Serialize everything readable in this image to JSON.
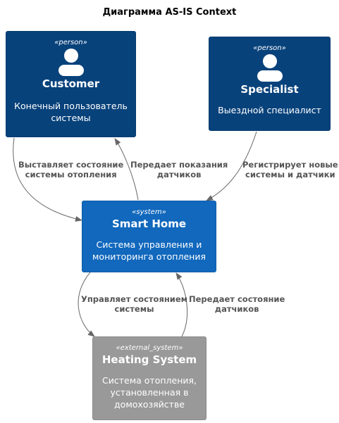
{
  "title": "Диаграмма AS-IS Context",
  "nodes": {
    "customer": {
      "stereotype": "«person»",
      "name": "Customer",
      "description": "Конечный пользователь\nсистемы"
    },
    "specialist": {
      "stereotype": "«person»",
      "name": "Specialist",
      "description": "Выездной специалист"
    },
    "smarthome": {
      "stereotype": "«system»",
      "name": "Smart Home",
      "description": "Система управления и\nмониторинга отопления"
    },
    "heating": {
      "stereotype": "«external_system»",
      "name": "Heating System",
      "description": "Система отопления,\nустановленная в\nдомохозяйстве"
    }
  },
  "edges": {
    "customer_to_smarthome": "Выставляет состояние\nсистемы отопления",
    "smarthome_to_customer": "Передает показания\nдатчиков",
    "specialist_to_smarthome": "Регистрирует новые\nсистемы и датчики",
    "smarthome_to_heating": "Управляет состоянием\nсистемы",
    "heating_to_smarthome": "Передает состояние\nдатчиков"
  },
  "colors": {
    "person": "#08427b",
    "system": "#1168bd",
    "external_system": "#999999",
    "edge": "#666666"
  }
}
